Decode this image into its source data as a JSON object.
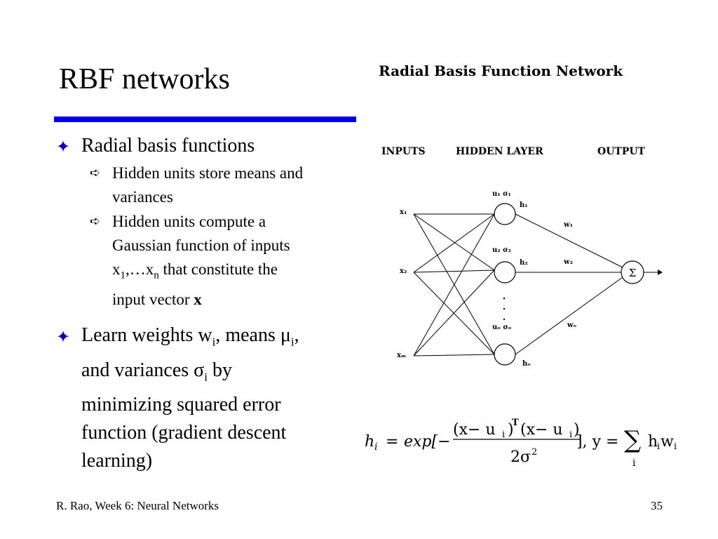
{
  "slide": {
    "title": "RBF networks",
    "accent_color": "#0000ee",
    "bullet_color": "#0000cc"
  },
  "bullets": [
    {
      "text": "Radial basis functions",
      "subs": [
        {
          "lines": [
            "Hidden units store means and",
            "variances"
          ]
        },
        {
          "lines": [
            "Hidden units compute a",
            "Gaussian function of inputs"
          ],
          "x_line": {
            "x": "x",
            "sub1": "1",
            "mid": ",…x",
            "subn": "n",
            "rest": " that constitute the"
          },
          "last_line_prefix": "input vector ",
          "last_line_bold": "x"
        }
      ]
    },
    {
      "line1": {
        "a": "Learn weights w",
        "sub_a": "i",
        "b": ", means ",
        "mu": "μ",
        "sub_b": "i",
        "c": ","
      },
      "line2": {
        "a": "and variances ",
        "sigma": "σ",
        "sub": "i",
        "b": " by"
      },
      "lines": [
        "minimizing squared error",
        "function (gradient descent",
        "learning)"
      ]
    }
  ],
  "diagram": {
    "title": "Radial Basis Function Network",
    "headers": {
      "inputs": "INPUTS",
      "hidden": "HIDDEN LAYER",
      "output": "OUTPUT"
    },
    "inputs": [
      "x₁",
      "x₂",
      "xₘ"
    ],
    "centers": [
      "u₁ σ₁",
      "u₂ σ₂",
      "uₒ σₒ"
    ],
    "hidden": [
      "h₁",
      "h₂",
      "hₒ"
    ],
    "weights": [
      "w₁",
      "w₂",
      "wₒ"
    ],
    "sum_symbol": "Σ",
    "ellipsis": "·\n·\n·"
  },
  "formula": {
    "h": "h",
    "i": "i",
    "eq": "=",
    "exp": "exp[−",
    "num": "(x− u",
    "T": "T",
    "num2": "(x− u",
    "close": ")",
    "den": "2σ",
    "sq": "2",
    "after": "],  y =",
    "sum": "∑",
    "tail": "h",
    "w": "w"
  },
  "footer": {
    "left": "R. Rao, Week 6: Neural Networks",
    "right": "35"
  }
}
